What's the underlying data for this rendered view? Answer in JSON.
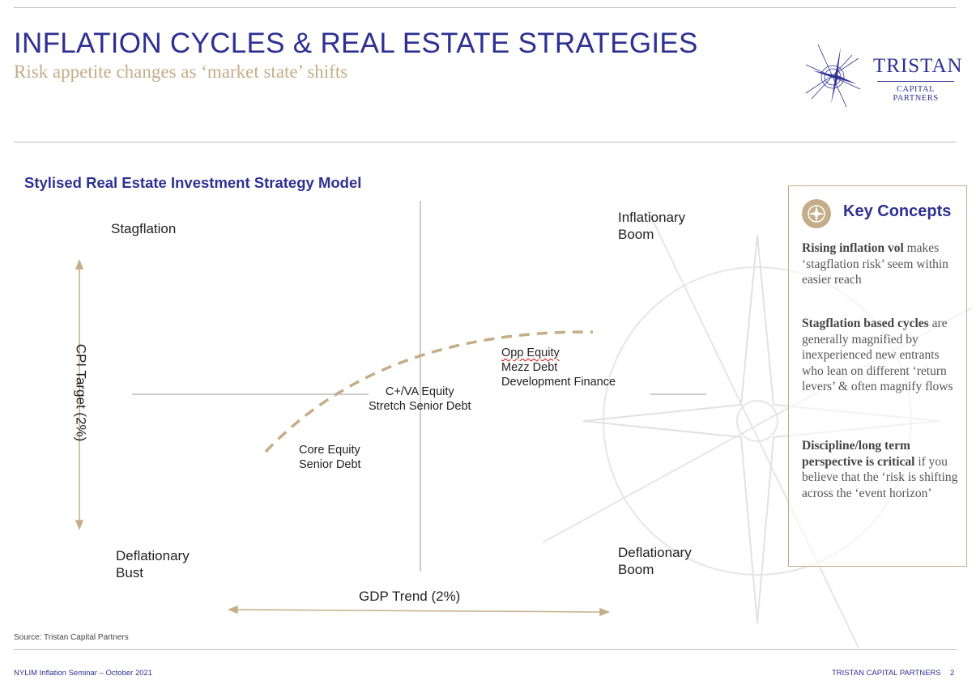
{
  "header": {
    "title": "INFLATION CYCLES & REAL ESTATE STRATEGIES",
    "subtitle": "Risk appetite changes as ‘market state’ shifts"
  },
  "logo": {
    "name": "TRISTAN",
    "sub": "CAPITAL PARTNERS"
  },
  "model": {
    "title": "Stylised Real Estate Investment Strategy Model",
    "quadrants": {
      "top_left": "Stagflation",
      "top_right_1": "Inflationary",
      "top_right_2": "Boom",
      "bottom_left_1": "Deflationary",
      "bottom_left_2": "Bust",
      "bottom_right_1": "Deflationary",
      "bottom_right_2": "Boom"
    },
    "y_axis": "CPI Target (2%)",
    "x_axis": "GDP Trend (2%)",
    "strategies": {
      "core": [
        "Core Equity",
        "Senior Debt"
      ],
      "value_add": [
        "C+/VA Equity",
        "Stretch Senior Debt"
      ],
      "opportunistic": [
        "Opp Equity",
        "Mezz Debt",
        "Development Finance"
      ]
    }
  },
  "key_concepts": {
    "title": "Key Concepts",
    "items": [
      {
        "bold": "Rising inflation vol",
        "text": " makes ‘stagflation risk’ seem within easier reach"
      },
      {
        "bold": "Stagflation based cycles",
        "text": " are generally magnified by inexperienced new entrants who lean on different ‘return levers’ & often magnify flows"
      },
      {
        "bold": "Discipline/long term perspective is critical",
        "text": " if you believe that the ‘risk is shifting across the ‘event horizon’"
      }
    ]
  },
  "source": "Source: Tristan Capital Partners",
  "footer": {
    "left": "NYLIM Inflation Seminar – October 2021",
    "right": "TRISTAN CAPITAL PARTNERS",
    "page": "2"
  },
  "colors": {
    "navy": "#2e3192",
    "gold": "#c4ad88"
  }
}
